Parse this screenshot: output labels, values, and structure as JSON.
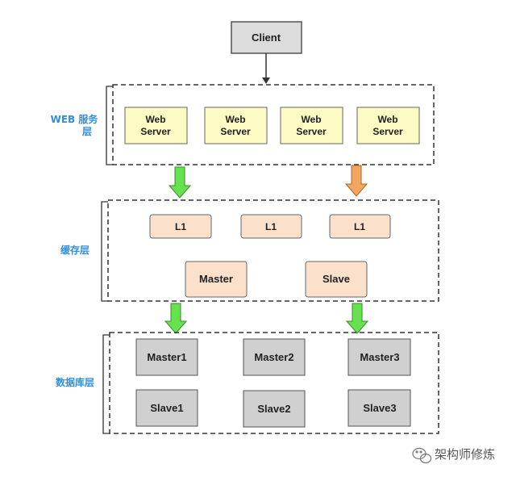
{
  "client": {
    "label": "Client"
  },
  "layers": {
    "web": {
      "label_lines": [
        "WEB 服务",
        "层"
      ],
      "servers": [
        {
          "lines": [
            "Web",
            "Server"
          ]
        },
        {
          "lines": [
            "Web",
            "Server"
          ]
        },
        {
          "lines": [
            "Web",
            "Server"
          ]
        },
        {
          "lines": [
            "Web",
            "Server"
          ]
        }
      ]
    },
    "cache": {
      "label": "缓存层",
      "l1": [
        "L1",
        "L1",
        "L1"
      ],
      "master": "Master",
      "slave": "Slave"
    },
    "db": {
      "label": "数据库层",
      "masters": [
        "Master1",
        "Master2",
        "Master3"
      ],
      "slaves": [
        "Slave1",
        "Slave2",
        "Slave3"
      ]
    }
  },
  "watermark": {
    "text": "架构师修炼",
    "icon": "wechat-icon"
  },
  "colors": {
    "web_fill": "#fdfbc4",
    "cache_fill": "#fbe0cc",
    "db_fill": "#d0d0d0",
    "client_fill": "#dcdcdc",
    "green_arrow": "#66e24e",
    "orange_arrow": "#f4a661",
    "label_blue": "#2f8fd8"
  }
}
